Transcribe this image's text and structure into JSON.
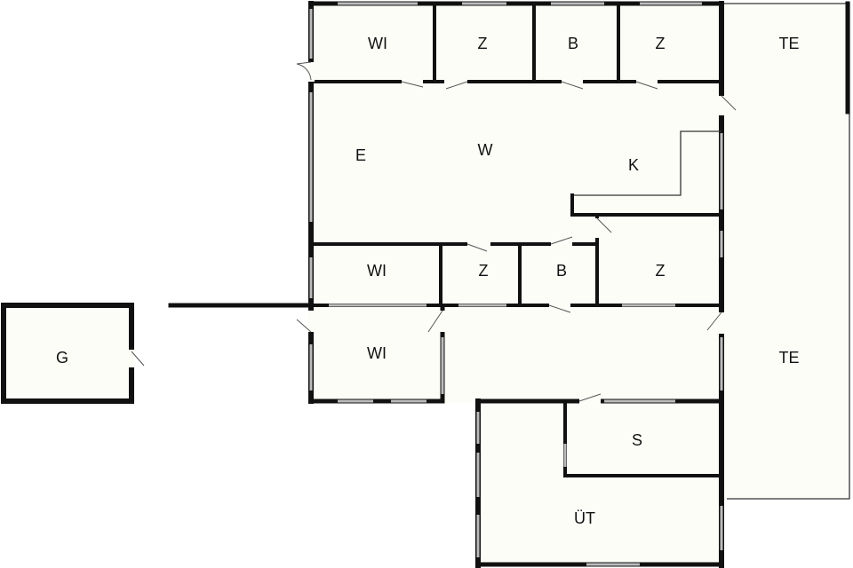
{
  "floorplan": {
    "rooms": {
      "wi_top": "WI",
      "z_top_left": "Z",
      "b_top": "B",
      "z_top_right": "Z",
      "te_top": "TE",
      "e": "E",
      "w": "W",
      "k": "K",
      "wi_mid": "WI",
      "z_mid": "Z",
      "b_mid": "B",
      "z_mid_right": "Z",
      "wi_low": "WI",
      "g": "G",
      "te_right": "TE",
      "s": "S",
      "ut": "ÜT"
    }
  }
}
